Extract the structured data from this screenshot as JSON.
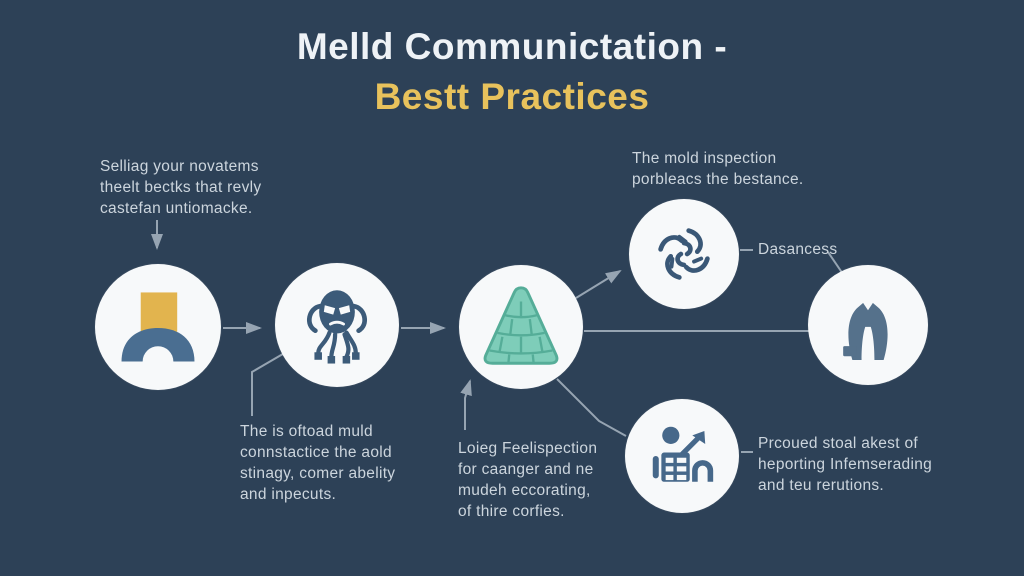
{
  "title": {
    "line1": "Melld Communictation -",
    "line2": "Bestt Practices"
  },
  "notes": {
    "intro": {
      "lines": [
        "Selliag your novatems",
        "theelt bectks that revly",
        "castefan untiomacke."
      ]
    },
    "inspection": {
      "lines": [
        "The mold inspection",
        "porbleacs the bestance."
      ]
    },
    "dasancess_label": "Dasancess",
    "strategy": {
      "lines": [
        "The is oftoad muld",
        "connstactice the aold",
        "stinagy, comer abelity",
        "and inpecuts."
      ]
    },
    "feelispection": {
      "lines": [
        "Loieg Feelispection",
        "for caanger and ne",
        "mudeh eccorating,",
        "of thire corfies."
      ]
    },
    "reporting": {
      "lines": [
        "Prcoued stoal akest of",
        "heporting Infemserading",
        "and teu rerutions."
      ]
    }
  },
  "icons": {
    "step1": "arch-bridge-box-icon",
    "step2": "bug-figure-icon",
    "step3": "cone-pyramid-icon",
    "step4": "pinwheel-swirl-icon",
    "step5": "torso-suit-icon",
    "step6": "person-chart-icon"
  },
  "colors": {
    "background": "#2d4157",
    "title_primary": "#eef2f6",
    "title_accent": "#e8c25c",
    "note_text": "#ccd5dd",
    "circle_fill": "#f7f9fa",
    "icon_blue": "#3c5b79",
    "icon_steel": "#4a6e91",
    "icon_yellow": "#e2b44e",
    "icon_teal": "#7ecdb9",
    "icon_teal_dark": "#55ad98",
    "icon_slate": "#55718b",
    "connector": "#a9b6c2"
  }
}
